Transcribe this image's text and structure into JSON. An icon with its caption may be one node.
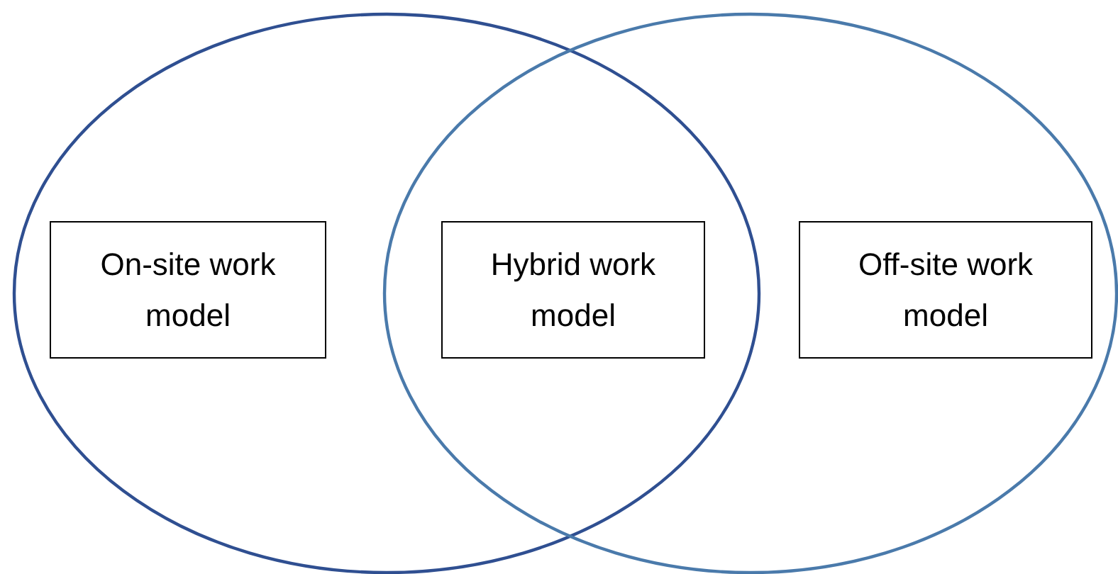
{
  "diagram": {
    "nodes": [
      {
        "text": [],
        "shape": "ellipse"
      },
      {
        "text": [],
        "shape": "ellipse"
      },
      {
        "text": [
          "On-site work model"
        ],
        "in": 0
      },
      {
        "text": [
          "Hybrid work model"
        ]
      },
      {
        "text": [
          "Off-site work model"
        ],
        "in": 1
      }
    ]
  }
}
